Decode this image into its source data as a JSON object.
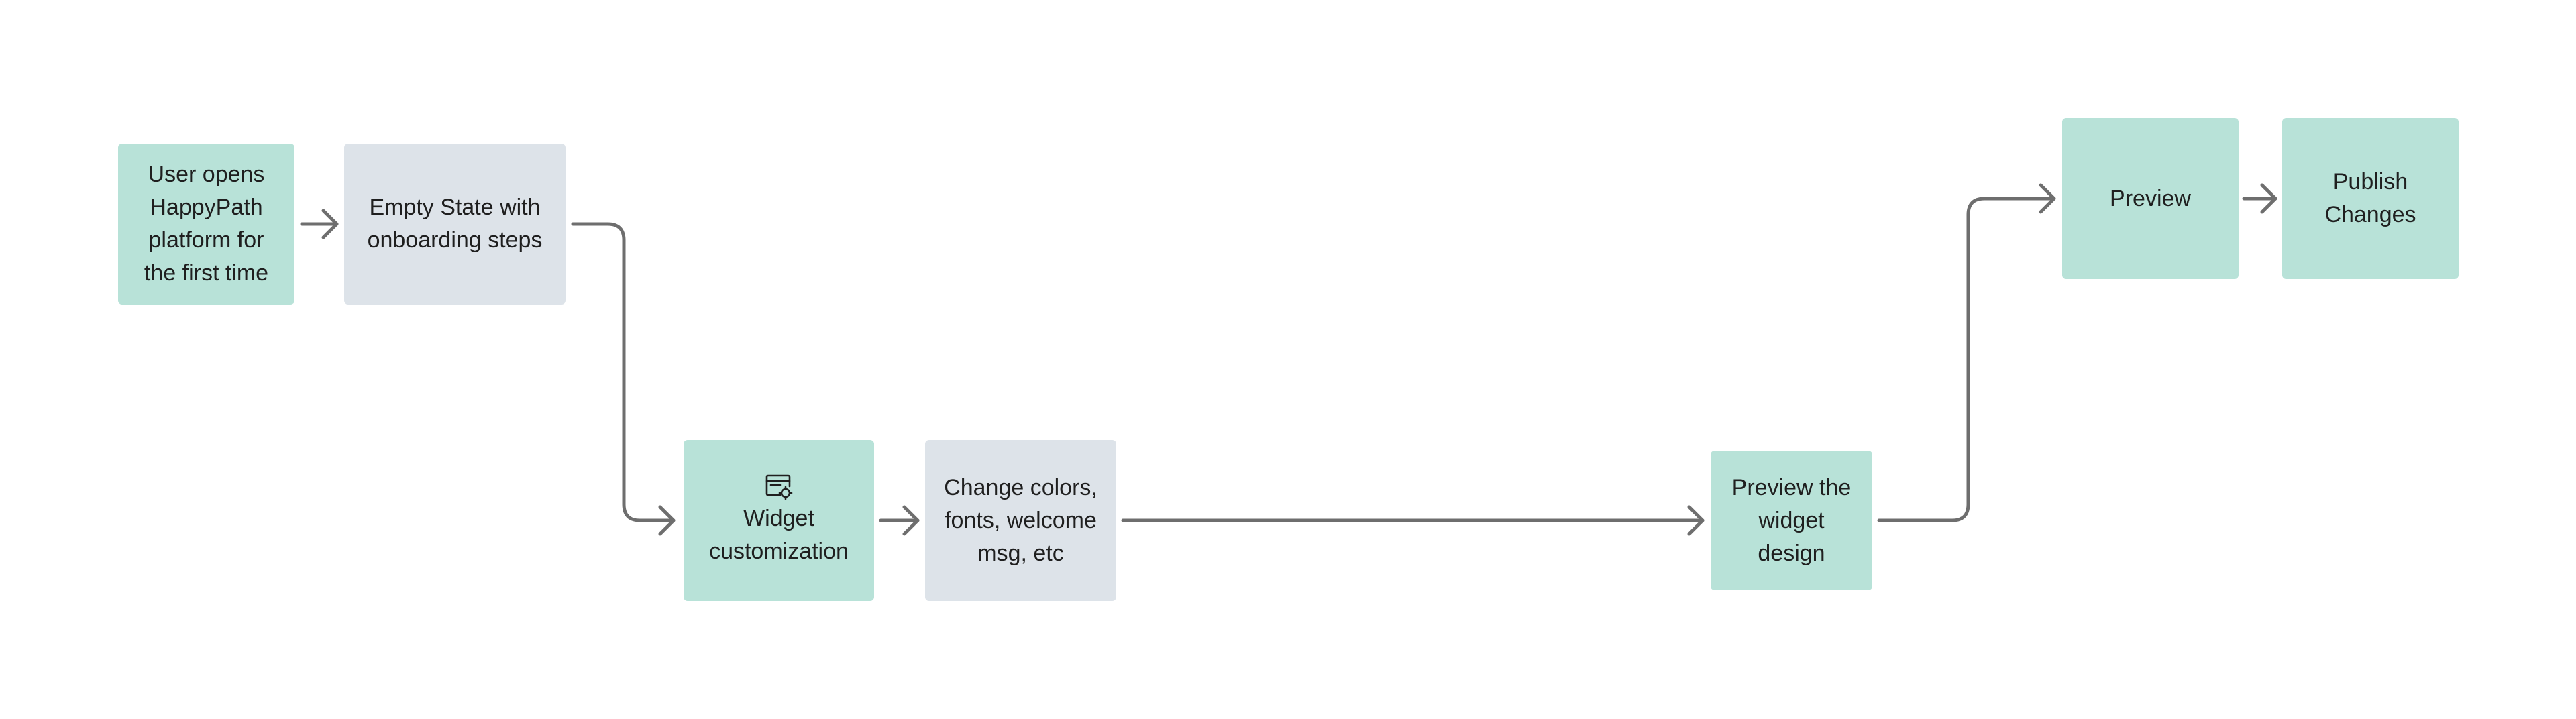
{
  "diagram": {
    "colors": {
      "step_green": "#b8e2d8",
      "step_gray": "#dde3e9",
      "connector": "#6e6e6e",
      "text": "#1f1f1f"
    },
    "nodes": {
      "user_opens": {
        "label": "User opens\nHappyPath\nplatform for\nthe first time"
      },
      "empty_state": {
        "label": "Empty State with\nonboarding steps"
      },
      "widget_customization": {
        "label": "Widget\ncustomization",
        "icon": "widget-settings-icon"
      },
      "change_colors": {
        "label": "Change colors,\nfonts, welcome\nmsg, etc"
      },
      "preview_widget_design": {
        "label": "Preview the\nwidget\ndesign"
      },
      "preview": {
        "label": "Preview"
      },
      "publish_changes": {
        "label": "Publish\nChanges"
      }
    },
    "edges": [
      {
        "from": "user_opens",
        "to": "empty_state"
      },
      {
        "from": "empty_state",
        "to": "widget_customization"
      },
      {
        "from": "widget_customization",
        "to": "change_colors"
      },
      {
        "from": "change_colors",
        "to": "preview_widget_design"
      },
      {
        "from": "preview_widget_design",
        "to": "preview"
      },
      {
        "from": "preview",
        "to": "publish_changes"
      }
    ]
  }
}
